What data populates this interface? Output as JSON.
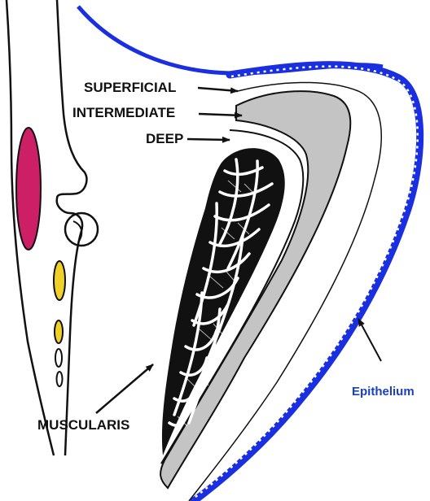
{
  "labels": {
    "superficial": "SUPERFICIAL",
    "intermediate": "INTERMEDIATE",
    "deep": "DEEP",
    "muscularis": "MUSCULARIS",
    "epithelium": "Epithelium"
  },
  "colors": {
    "epithelium_blue": "#1a2fe0",
    "epithelium_label": "#1a3fbf",
    "intermediate_layer_gray": "#c4c4c4",
    "muscle_black": "#111111",
    "magenta_gland": "#cc1f66",
    "yellow_vessels": "#efd12a",
    "line_black": "#111111"
  },
  "icons": {
    "arrow": "arrow-icon"
  }
}
